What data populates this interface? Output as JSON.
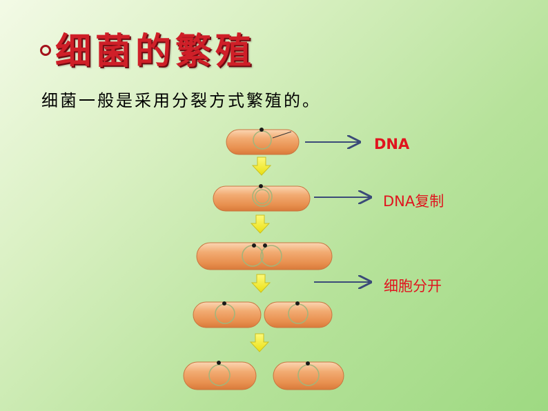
{
  "title": "细菌的繁殖",
  "intro": "细菌一般是采用分裂方式繁殖的。",
  "labels": {
    "dna": "DNA",
    "dna_replication": "DNA复制",
    "cell_split": "细胞分开"
  },
  "colors": {
    "title": "#cf1f28",
    "label": "#e0141e",
    "cell_fill": "#f0a468",
    "arrow": "#f2ec1a",
    "pointer": "#3a4a78"
  }
}
